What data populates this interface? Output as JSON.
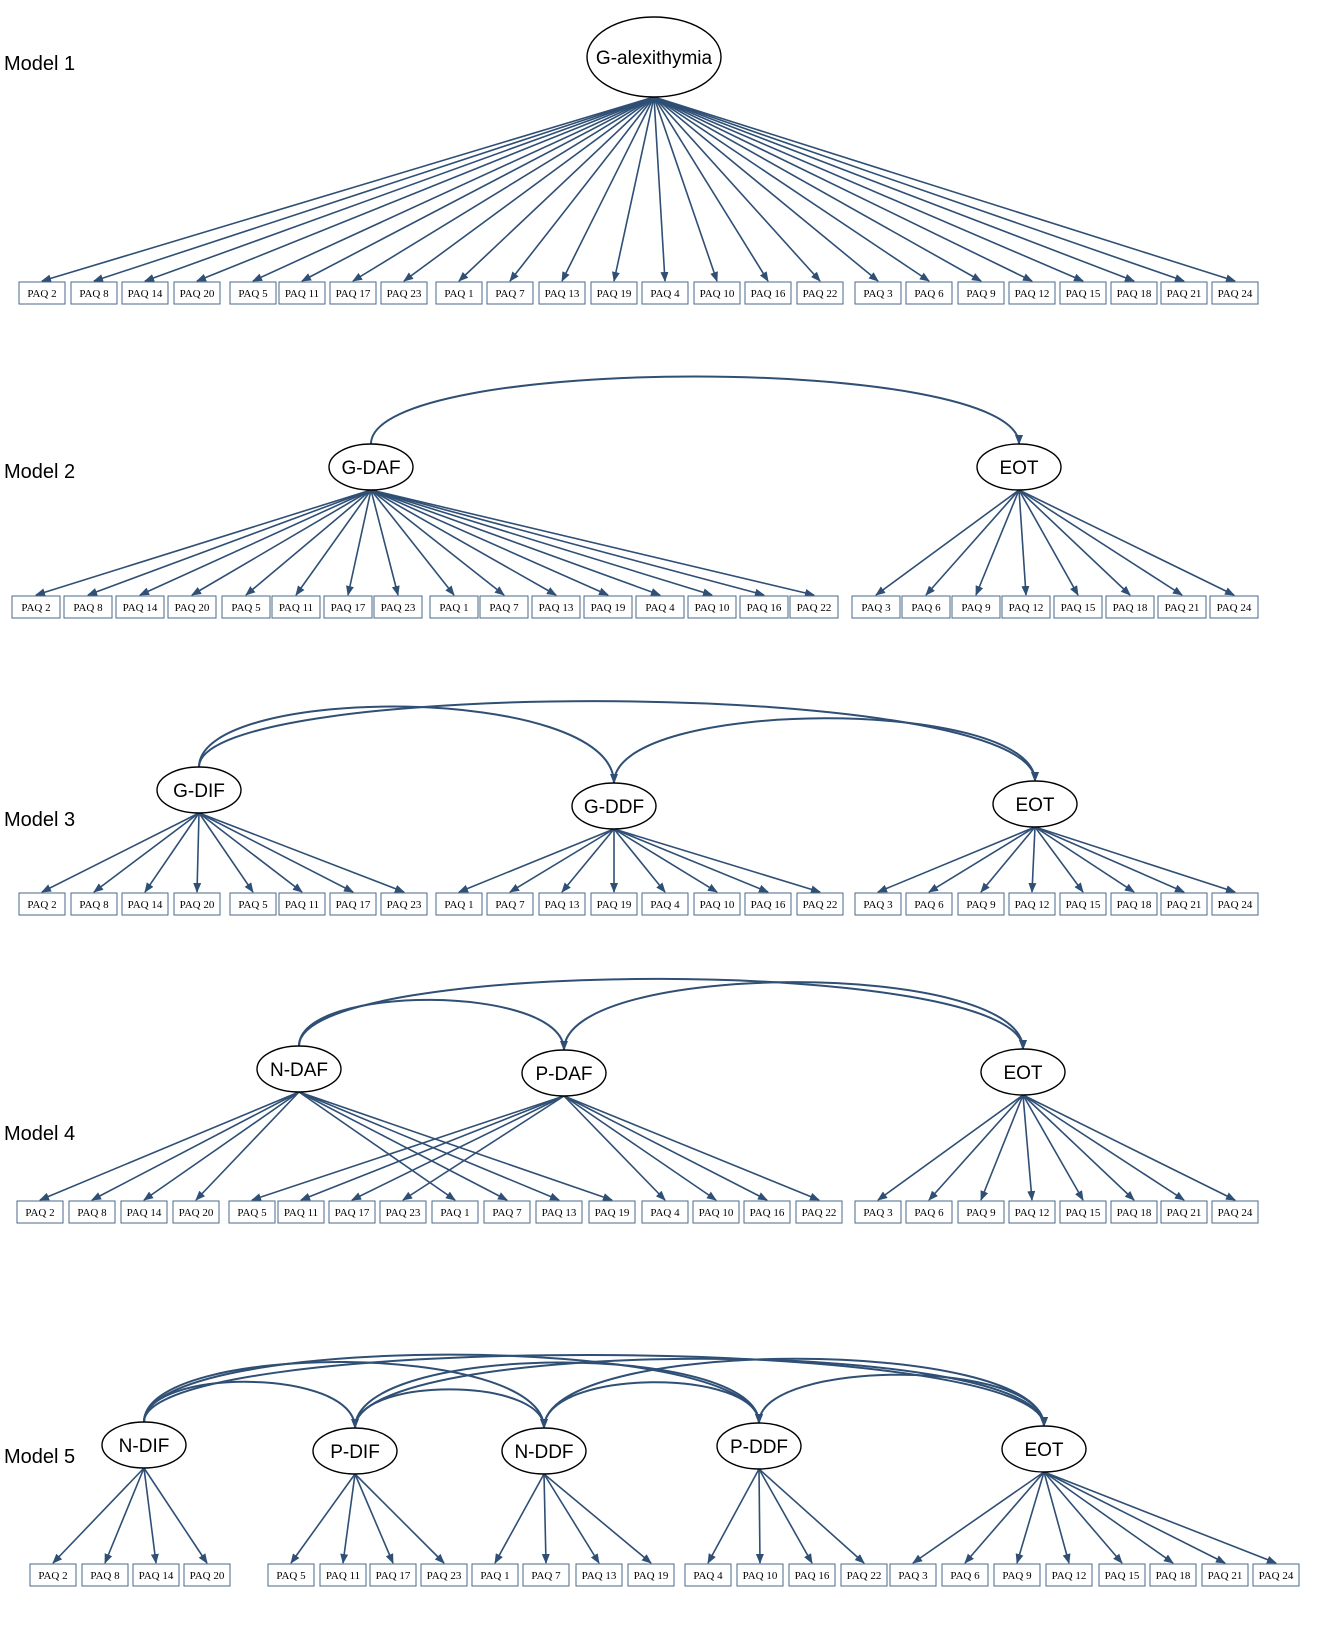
{
  "colors": {
    "arrow": "#2f4f75",
    "box_border": "#4a6a8a"
  },
  "models": [
    {
      "label": "Model 1",
      "factors": [
        {
          "id": "G",
          "label": "G-alexithymia",
          "items": [
            "PAQ 2",
            "PAQ 8",
            "PAQ 14",
            "PAQ 20",
            "PAQ 5",
            "PAQ 11",
            "PAQ 17",
            "PAQ 23",
            "PAQ 1",
            "PAQ 7",
            "PAQ 13",
            "PAQ 19",
            "PAQ 4",
            "PAQ 10",
            "PAQ 16",
            "PAQ 22",
            "PAQ 3",
            "PAQ 6",
            "PAQ 9",
            "PAQ 12",
            "PAQ 15",
            "PAQ 18",
            "PAQ 21",
            "PAQ 24"
          ]
        }
      ],
      "covariances": []
    },
    {
      "label": "Model 2",
      "factors": [
        {
          "id": "GDAF",
          "label": "G-DAF",
          "items": [
            "PAQ 2",
            "PAQ 8",
            "PAQ 14",
            "PAQ 20",
            "PAQ 5",
            "PAQ 11",
            "PAQ 17",
            "PAQ 23",
            "PAQ 1",
            "PAQ 7",
            "PAQ 13",
            "PAQ 19",
            "PAQ 4",
            "PAQ 10",
            "PAQ 16",
            "PAQ 22"
          ]
        },
        {
          "id": "EOT",
          "label": "EOT",
          "items": [
            "PAQ 3",
            "PAQ 6",
            "PAQ 9",
            "PAQ 12",
            "PAQ 15",
            "PAQ 18",
            "PAQ 21",
            "PAQ 24"
          ]
        }
      ],
      "covariances": [
        [
          "GDAF",
          "EOT"
        ]
      ]
    },
    {
      "label": "Model 3",
      "factors": [
        {
          "id": "GDIF",
          "label": "G-DIF",
          "items": [
            "PAQ 2",
            "PAQ 8",
            "PAQ 14",
            "PAQ 20",
            "PAQ 5",
            "PAQ 11",
            "PAQ 17",
            "PAQ 23"
          ]
        },
        {
          "id": "GDDF",
          "label": "G-DDF",
          "items": [
            "PAQ 1",
            "PAQ 7",
            "PAQ 13",
            "PAQ 19",
            "PAQ 4",
            "PAQ 10",
            "PAQ 16",
            "PAQ 22"
          ]
        },
        {
          "id": "EOT",
          "label": "EOT",
          "items": [
            "PAQ 3",
            "PAQ 6",
            "PAQ 9",
            "PAQ 12",
            "PAQ 15",
            "PAQ 18",
            "PAQ 21",
            "PAQ 24"
          ]
        }
      ],
      "covariances": [
        [
          "GDIF",
          "GDDF"
        ],
        [
          "GDIF",
          "EOT"
        ],
        [
          "GDDF",
          "EOT"
        ]
      ]
    },
    {
      "label": "Model 4",
      "factors": [
        {
          "id": "NDAF",
          "label": "N-DAF",
          "items": [
            "PAQ 2",
            "PAQ 8",
            "PAQ 14",
            "PAQ 20",
            "PAQ 1",
            "PAQ 7",
            "PAQ 13",
            "PAQ 19"
          ]
        },
        {
          "id": "PDAF",
          "label": "P-DAF",
          "items": [
            "PAQ 5",
            "PAQ 11",
            "PAQ 17",
            "PAQ 23",
            "PAQ 4",
            "PAQ 10",
            "PAQ 16",
            "PAQ 22"
          ]
        },
        {
          "id": "EOT",
          "label": "EOT",
          "items": [
            "PAQ 3",
            "PAQ 6",
            "PAQ 9",
            "PAQ 12",
            "PAQ 15",
            "PAQ 18",
            "PAQ 21",
            "PAQ 24"
          ]
        }
      ],
      "row_order": [
        "PAQ 2",
        "PAQ 8",
        "PAQ 14",
        "PAQ 20",
        "PAQ 5",
        "PAQ 11",
        "PAQ 17",
        "PAQ 23",
        "PAQ 1",
        "PAQ 7",
        "PAQ 13",
        "PAQ 19",
        "PAQ 4",
        "PAQ 10",
        "PAQ 16",
        "PAQ 22",
        "PAQ 3",
        "PAQ 6",
        "PAQ 9",
        "PAQ 12",
        "PAQ 15",
        "PAQ 18",
        "PAQ 21",
        "PAQ 24"
      ],
      "covariances": [
        [
          "NDAF",
          "PDAF"
        ],
        [
          "NDAF",
          "EOT"
        ],
        [
          "PDAF",
          "EOT"
        ]
      ]
    },
    {
      "label": "Model 5",
      "factors": [
        {
          "id": "NDIF",
          "label": "N-DIF",
          "items": [
            "PAQ 2",
            "PAQ 8",
            "PAQ 14",
            "PAQ 20"
          ]
        },
        {
          "id": "PDIF",
          "label": "P-DIF",
          "items": [
            "PAQ 5",
            "PAQ 11",
            "PAQ 17",
            "PAQ 23"
          ]
        },
        {
          "id": "NDDF",
          "label": "N-DDF",
          "items": [
            "PAQ 1",
            "PAQ 7",
            "PAQ 13",
            "PAQ 19"
          ]
        },
        {
          "id": "PDDF",
          "label": "P-DDF",
          "items": [
            "PAQ 4",
            "PAQ 10",
            "PAQ 16",
            "PAQ 22"
          ]
        },
        {
          "id": "EOT",
          "label": "EOT",
          "items": [
            "PAQ 3",
            "PAQ 6",
            "PAQ 9",
            "PAQ 12",
            "PAQ 15",
            "PAQ 18",
            "PAQ 21",
            "PAQ 24"
          ]
        }
      ],
      "covariances": [
        [
          "NDIF",
          "PDIF"
        ],
        [
          "NDIF",
          "NDDF"
        ],
        [
          "NDIF",
          "PDDF"
        ],
        [
          "NDIF",
          "EOT"
        ],
        [
          "PDIF",
          "NDDF"
        ],
        [
          "PDIF",
          "PDDF"
        ],
        [
          "PDIF",
          "EOT"
        ],
        [
          "NDDF",
          "PDDF"
        ],
        [
          "NDDF",
          "EOT"
        ],
        [
          "PDDF",
          "EOT"
        ]
      ]
    }
  ]
}
